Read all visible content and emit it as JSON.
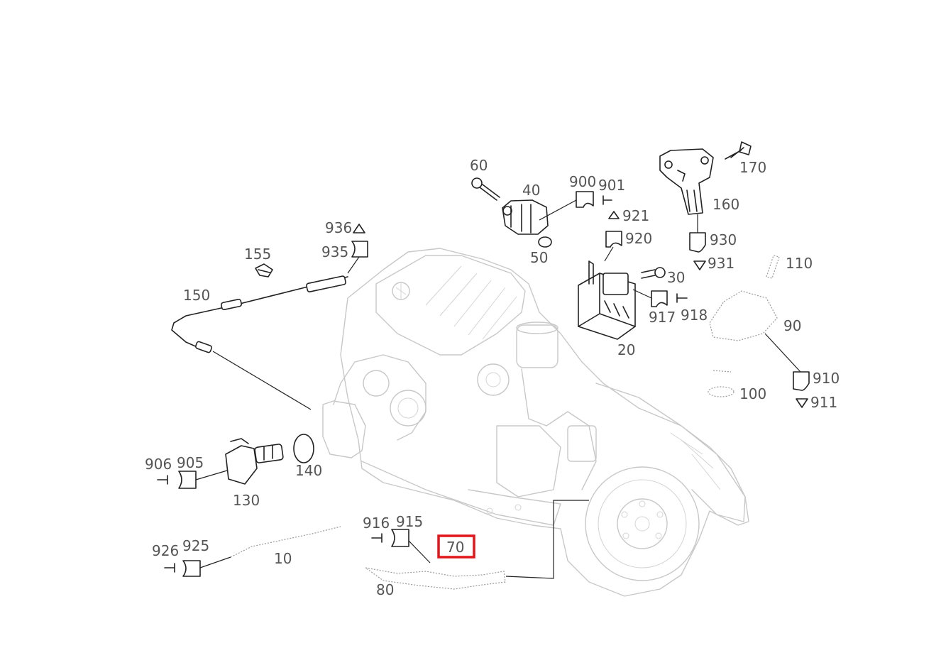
{
  "parts": [
    {
      "id": "p10",
      "label": "10"
    },
    {
      "id": "p20",
      "label": "20"
    },
    {
      "id": "p30",
      "label": "30"
    },
    {
      "id": "p40",
      "label": "40"
    },
    {
      "id": "p50",
      "label": "50"
    },
    {
      "id": "p60",
      "label": "60"
    },
    {
      "id": "p70",
      "label": "70",
      "selected": true
    },
    {
      "id": "p80",
      "label": "80"
    },
    {
      "id": "p90",
      "label": "90"
    },
    {
      "id": "p100",
      "label": "100"
    },
    {
      "id": "p110",
      "label": "110"
    },
    {
      "id": "p130",
      "label": "130"
    },
    {
      "id": "p140",
      "label": "140"
    },
    {
      "id": "p150",
      "label": "150"
    },
    {
      "id": "p155",
      "label": "155"
    },
    {
      "id": "p160",
      "label": "160"
    },
    {
      "id": "p170",
      "label": "170"
    },
    {
      "id": "p900",
      "label": "900"
    },
    {
      "id": "p901",
      "label": "901"
    },
    {
      "id": "p905",
      "label": "905"
    },
    {
      "id": "p906",
      "label": "906"
    },
    {
      "id": "p910",
      "label": "910"
    },
    {
      "id": "p911",
      "label": "911"
    },
    {
      "id": "p915",
      "label": "915"
    },
    {
      "id": "p916",
      "label": "916"
    },
    {
      "id": "p917",
      "label": "917"
    },
    {
      "id": "p918",
      "label": "918"
    },
    {
      "id": "p920",
      "label": "920"
    },
    {
      "id": "p921",
      "label": "921"
    },
    {
      "id": "p925",
      "label": "925"
    },
    {
      "id": "p926",
      "label": "926"
    },
    {
      "id": "p930",
      "label": "930"
    },
    {
      "id": "p931",
      "label": "931"
    },
    {
      "id": "p935",
      "label": "935"
    },
    {
      "id": "p936",
      "label": "936"
    }
  ],
  "highlight_color": "#e0161b"
}
